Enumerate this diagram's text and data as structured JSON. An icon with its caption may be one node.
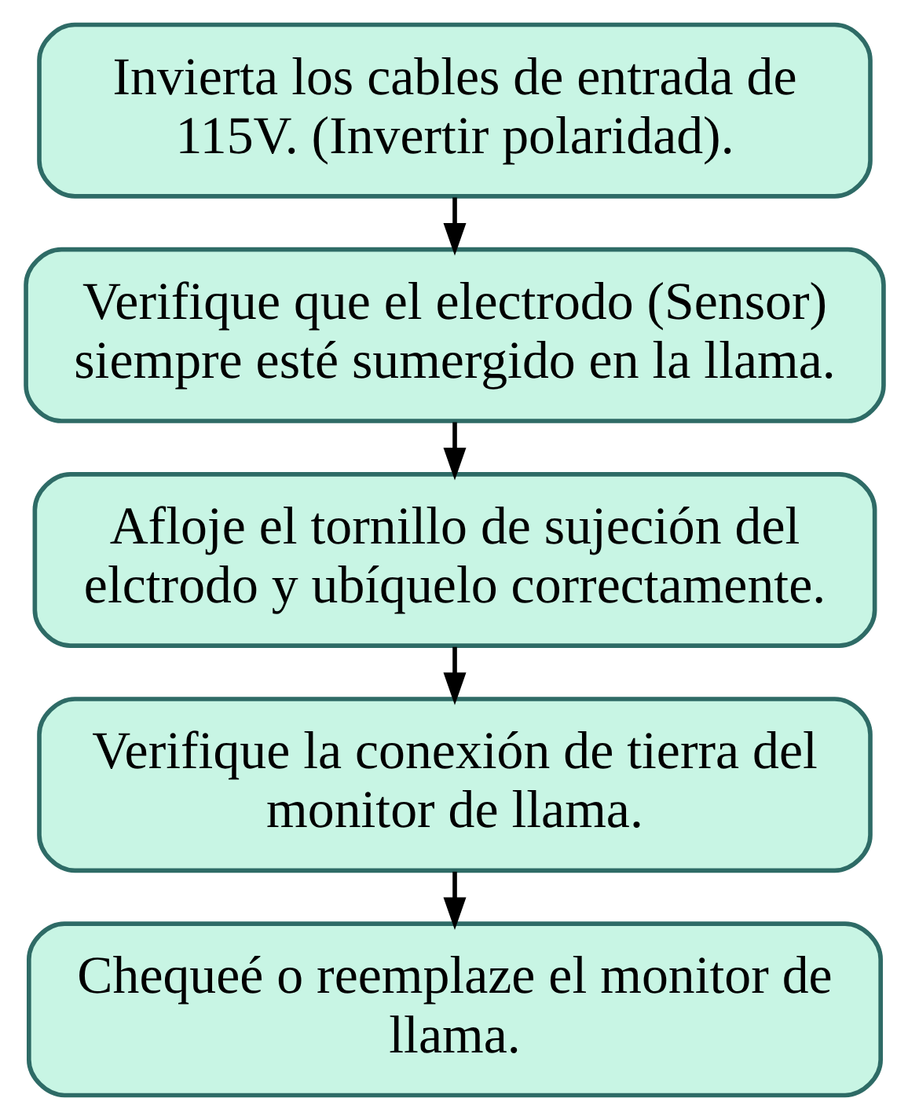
{
  "diagram": {
    "nodes": [
      {
        "text": [
          "Invierta los cables de entrada de 115V. (Invertir polaridad)."
        ]
      },
      {
        "text": [
          "Verifique que el electrodo (Sensor) siempre esté sumergido en la llama."
        ]
      },
      {
        "text": [
          "Afloje el tornillo de sujeción del elctrodo y ubíquelo correctamente."
        ]
      },
      {
        "text": [
          "Verifique la conexión de tierra del monitor de llama."
        ]
      },
      {
        "text": [
          "Chequeé o reemplaze el monitor de llama."
        ]
      }
    ],
    "edges": [
      {
        "from": 0,
        "to": 1,
        "arrow": "to"
      },
      {
        "from": 1,
        "to": 2,
        "arrow": "to"
      },
      {
        "from": 2,
        "to": 3,
        "arrow": "to"
      },
      {
        "from": 3,
        "to": 4,
        "arrow": "to"
      }
    ]
  }
}
